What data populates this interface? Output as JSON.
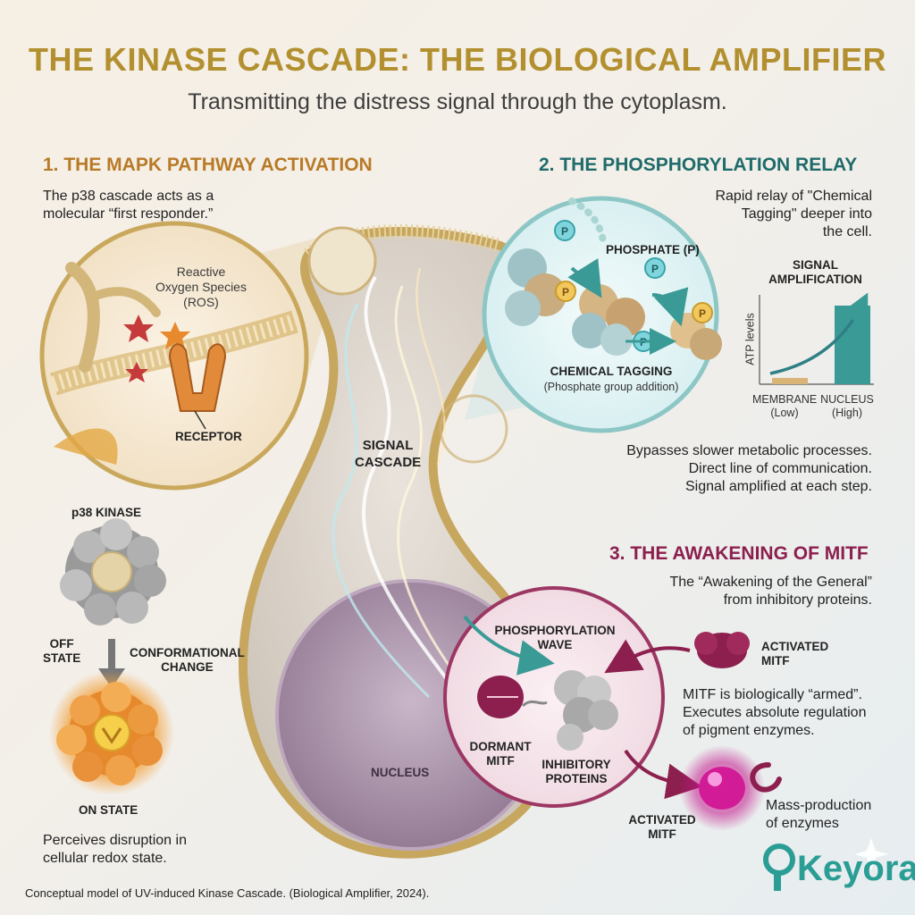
{
  "header": {
    "title": "THE KINASE CASCADE: THE BIOLOGICAL AMPLIFIER",
    "subtitle": "Transmitting the distress signal through the cytoplasm."
  },
  "section1": {
    "heading": "1. THE MAPK PATHWAY ACTIVATION",
    "text_line1": "The p38 cascade acts as a",
    "text_line2": "molecular “first responder.”",
    "ros_line1": "Reactive",
    "ros_line2": "Oxygen Species",
    "ros_line3": "(ROS)",
    "receptor": "RECEPTOR",
    "kinase_label": "p38 KINASE",
    "off_line1": "OFF",
    "off_line2": "STATE",
    "change_line1": "CONFORMATIONAL",
    "change_line2": "CHANGE",
    "on_label": "ON STATE",
    "perceives_line1": "Perceives disruption in",
    "perceives_line2": "cellular redox state."
  },
  "cell": {
    "signal_line1": "SIGNAL",
    "signal_line2": "CASCADE",
    "nucleus": "NUCLEUS"
  },
  "section2": {
    "heading": "2. THE PHOSPHORYLATION RELAY",
    "text_line1": "Rapid relay of \"Chemical",
    "text_line2": "Tagging\" deeper into",
    "text_line3": "the cell.",
    "phosphate_label": "PHOSPHATE (P)",
    "p_symbol": "P",
    "tagging_label": "CHEMICAL TAGGING",
    "tagging_sub": "(Phosphate group addition)",
    "bypass_line1": "Bypasses slower metabolic processes.",
    "bypass_line2": "Direct line of communication.",
    "bypass_line3": "Signal amplified at each step."
  },
  "amplification_chart": {
    "title_line1": "SIGNAL",
    "title_line2": "AMPLIFICATION",
    "ylabel": "ATP levels",
    "cat1_line1": "MEMBRANE",
    "cat1_line2": "(Low)",
    "cat2_line1": "NUCLEUS",
    "cat2_line2": "(High)"
  },
  "chart_data": {
    "type": "bar",
    "title": "SIGNAL AMPLIFICATION",
    "ylabel": "ATP levels",
    "xlabel": "",
    "categories": [
      "MEMBRANE (Low)",
      "NUCLEUS (High)"
    ],
    "values": [
      0.08,
      1.0
    ],
    "ylim": [
      0,
      1
    ],
    "grid": false,
    "colors": [
      "#d9b477",
      "#3a9a95"
    ]
  },
  "section3": {
    "heading": "3. THE AWAKENING OF MITF",
    "text_line1": "The “Awakening of the General”",
    "text_line2": "from inhibitory proteins.",
    "wave_line1": "PHOSPHORYLATION",
    "wave_line2": "WAVE",
    "dormant_line1": "DORMANT",
    "dormant_line2": "MITF",
    "inhib_line1": "INHIBITORY",
    "inhib_line2": "PROTEINS",
    "activated_line1": "ACTIVATED",
    "activated_line2": "MITF",
    "armed_line1": "MITF is biologically “armed”.",
    "armed_line2": "Executes absolute regulation",
    "armed_line3": "of pigment enzymes.",
    "mass_line1": "Mass-production",
    "mass_line2": "of enzymes",
    "activated2_line1": "ACTIVATED",
    "activated2_line2": "MITF"
  },
  "footer": {
    "caption": "Conceptual model of UV-induced Kinase Cascade. (Biological Amplifier, 2024).",
    "logo": "Keyora"
  },
  "colors": {
    "gold": "#b3902f",
    "teal": "#1f6b6b",
    "plum": "#8c1f4e",
    "magenta": "#c2168a"
  }
}
